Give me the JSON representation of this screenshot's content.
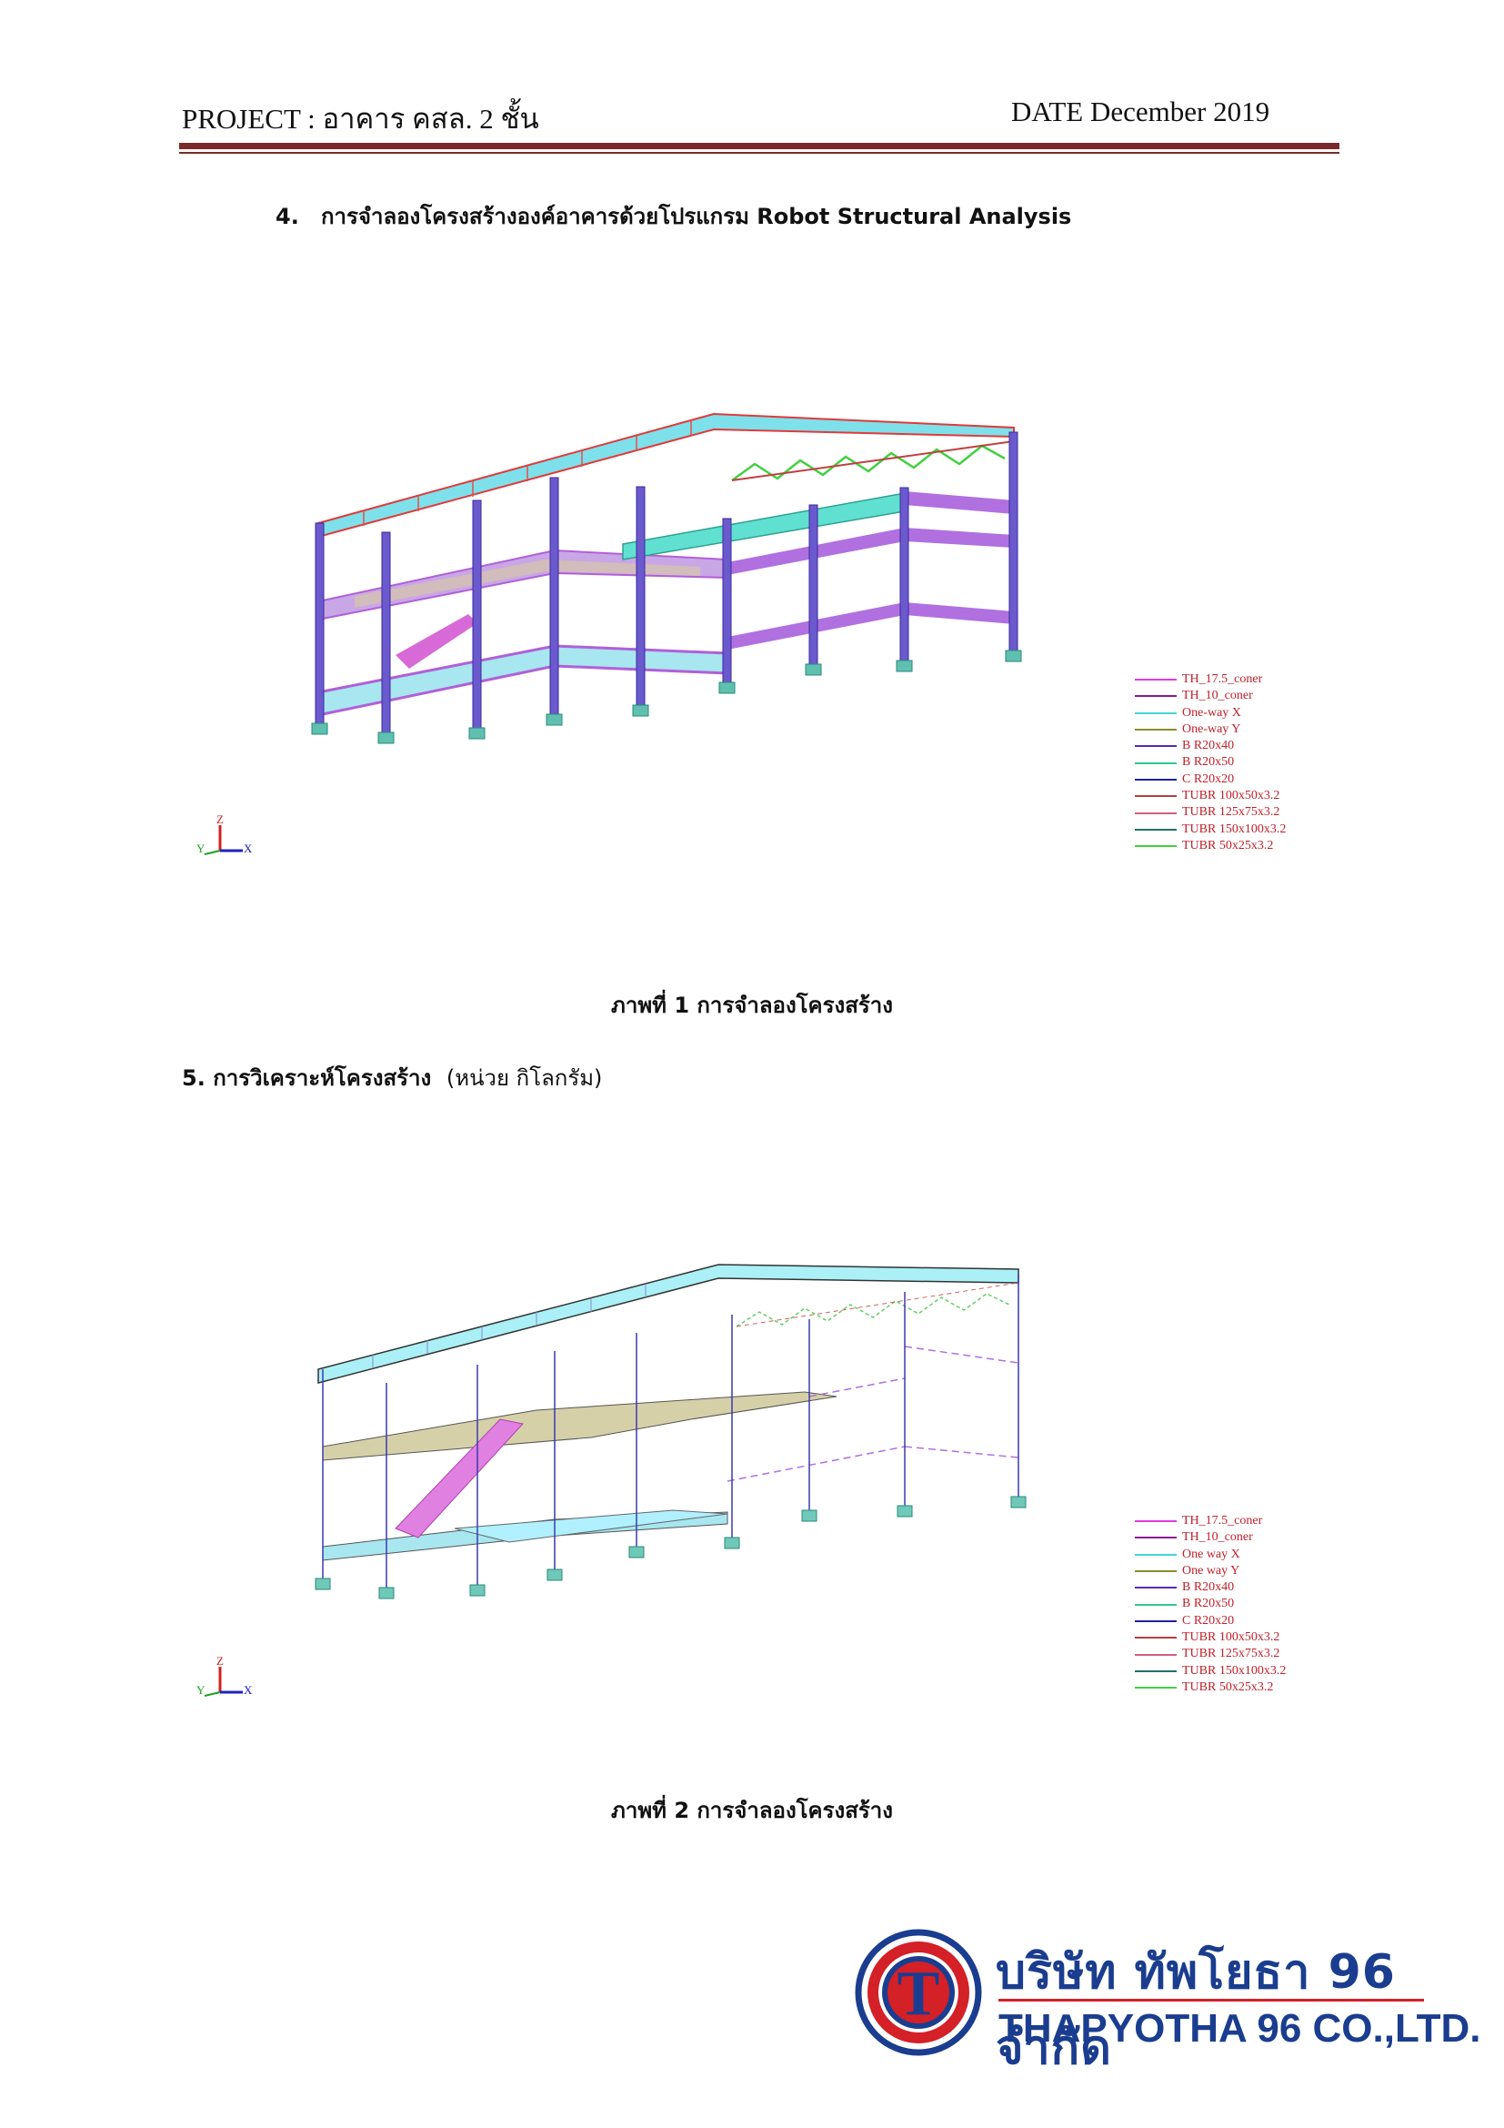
{
  "header": {
    "project": "PROJECT : อาคาร คสล. 2 ชั้น",
    "date": "DATE December   2019"
  },
  "section4": {
    "number": "4.",
    "title": "การจำลองโครงสร้างองค์อาคารด้วยโปรแกรม Robot Structural Analysis"
  },
  "section5": {
    "number": "5.",
    "title": "การวิเคราะห์โครงสร้าง",
    "unit": "(หน่วย กิโลกรัม)"
  },
  "figure1": {
    "caption": "ภาพที่  1 การจำลองโครงสร้าง"
  },
  "figure2": {
    "caption": "ภาพที่  2 การจำลองโครงสร้าง"
  },
  "axes": {
    "x": "X",
    "y": "Y",
    "z": "Z"
  },
  "legend": [
    {
      "label": "TH_17.5_coner",
      "color": "#e23be2"
    },
    {
      "label": "TH_10_coner",
      "color": "#8a1a8a"
    },
    {
      "label": "One-way X",
      "color": "#40d8d8"
    },
    {
      "label": "One-way Y",
      "color": "#8a8a30"
    },
    {
      "label": "B R20x40",
      "color": "#5a2ab0"
    },
    {
      "label": "B R20x50",
      "color": "#30c890"
    },
    {
      "label": "C R20x20",
      "color": "#2020a0"
    },
    {
      "label": "TUBR 100x50x3.2",
      "color": "#b04040"
    },
    {
      "label": "TUBR 125x75x3.2",
      "color": "#d06080"
    },
    {
      "label": "TUBR 150x100x3.2",
      "color": "#207070"
    },
    {
      "label": "TUBR 50x25x3.2",
      "color": "#40d040"
    }
  ],
  "legend2": [
    {
      "label": "TH_17.5_coner",
      "color": "#e23be2"
    },
    {
      "label": "TH_10_coner",
      "color": "#8a1a8a"
    },
    {
      "label": "One way X",
      "color": "#40d8d8"
    },
    {
      "label": "One way Y",
      "color": "#8a8a30"
    },
    {
      "label": "B R20x40",
      "color": "#5a2ab0"
    },
    {
      "label": "B R20x50",
      "color": "#30c890"
    },
    {
      "label": "C R20x20",
      "color": "#2020a0"
    },
    {
      "label": "TUBR 100x50x3.2",
      "color": "#b04040"
    },
    {
      "label": "TUBR 125x75x3.2",
      "color": "#d06080"
    },
    {
      "label": "TUBR 150x100x3.2",
      "color": "#207070"
    },
    {
      "label": "TUBR 50x25x3.2",
      "color": "#40d040"
    }
  ],
  "logo": {
    "letter": "T",
    "name_th": "บริษัท ทัพโยธา 96 จำกัด",
    "name_en": "THAPYOTHA 96 CO.,LTD.",
    "red": "#d42027",
    "blue": "#1a3d8f"
  }
}
